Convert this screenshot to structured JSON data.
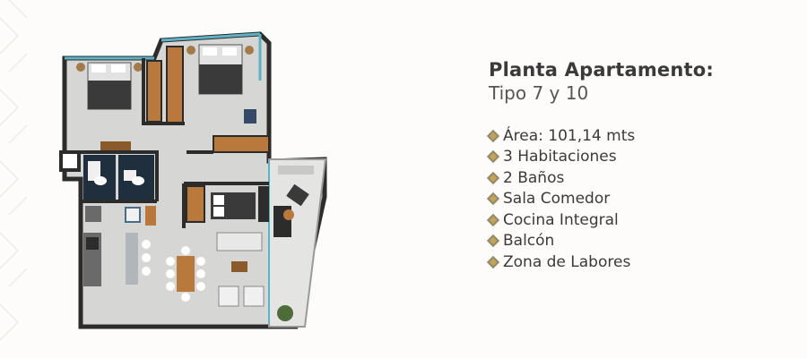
{
  "header": {
    "title": "Planta Apartamento:",
    "subtitle": "Tipo 7 y 10"
  },
  "features": [
    "Área: 101,14 mts",
    "3 Habitaciones",
    "2 Baños",
    "Sala Comedor",
    "Cocina Integral",
    "Balcón",
    "Zona de Labores"
  ],
  "colors": {
    "background": "#fdfcfa",
    "bullet": "#c7a05a",
    "wood": "#b9793c",
    "wall": "#2c2c2c",
    "floor": "#d3d3d1",
    "glass": "#5db2c8"
  },
  "icons": {
    "bullet": "diamond-bullet-icon"
  }
}
